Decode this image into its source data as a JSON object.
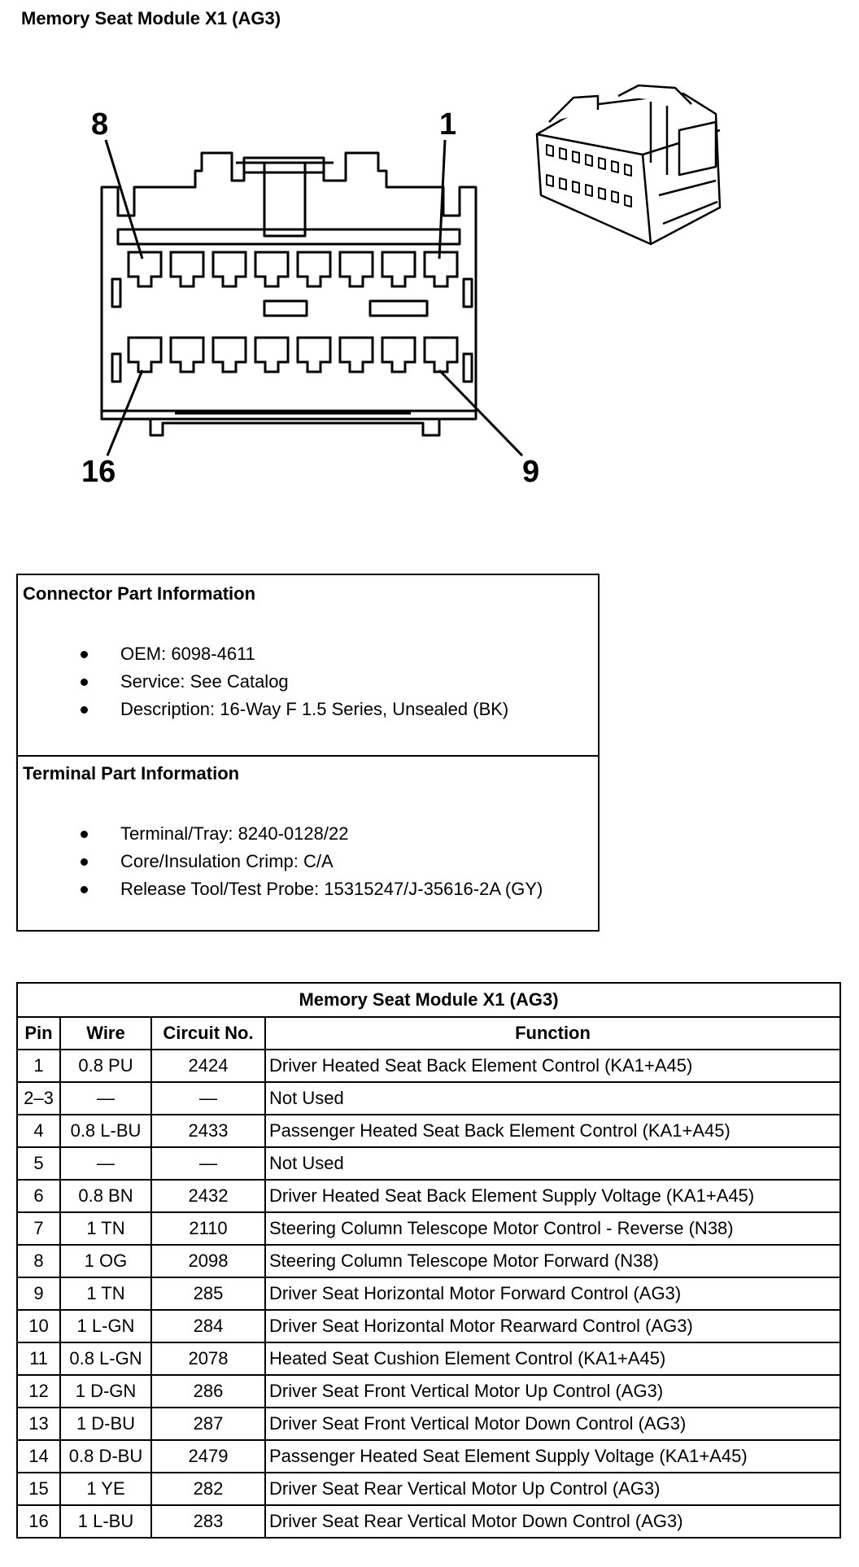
{
  "title": "Memory Seat Module X1 (AG3)",
  "diagram": {
    "pin_labels": {
      "top_left": "8",
      "top_right": "1",
      "bottom_left": "16",
      "bottom_right": "9"
    }
  },
  "connector_info": {
    "heading": "Connector Part Information",
    "items": [
      "OEM: 6098-4611",
      "Service: See Catalog",
      "Description: 16-Way F 1.5 Series, Unsealed (BK)"
    ]
  },
  "terminal_info": {
    "heading": "Terminal Part Information",
    "items": [
      "Terminal/Tray: 8240-0128/22",
      "Core/Insulation Crimp: C/A",
      "Release Tool/Test Probe: 15315247/J-35616-2A (GY)"
    ]
  },
  "table": {
    "title": "Memory Seat Module X1 (AG3)",
    "headers": {
      "pin": "Pin",
      "wire": "Wire",
      "circuit": "Circuit No.",
      "function": "Function"
    },
    "rows": [
      {
        "pin": "1",
        "wire": "0.8 PU",
        "circuit": "2424",
        "function": "Driver Heated Seat Back Element Control (KA1+A45)"
      },
      {
        "pin": "2–3",
        "wire": "—",
        "circuit": "—",
        "function": "Not Used"
      },
      {
        "pin": "4",
        "wire": "0.8 L-BU",
        "circuit": "2433",
        "function": "Passenger Heated Seat Back Element Control (KA1+A45)"
      },
      {
        "pin": "5",
        "wire": "—",
        "circuit": "—",
        "function": "Not Used"
      },
      {
        "pin": "6",
        "wire": "0.8 BN",
        "circuit": "2432",
        "function": "Driver Heated Seat Back Element Supply Voltage (KA1+A45)"
      },
      {
        "pin": "7",
        "wire": "1 TN",
        "circuit": "2110",
        "function": "Steering Column Telescope Motor Control - Reverse (N38)"
      },
      {
        "pin": "8",
        "wire": "1 OG",
        "circuit": "2098",
        "function": "Steering Column Telescope Motor Forward (N38)"
      },
      {
        "pin": "9",
        "wire": "1 TN",
        "circuit": "285",
        "function": "Driver Seat Horizontal Motor Forward Control (AG3)"
      },
      {
        "pin": "10",
        "wire": "1 L-GN",
        "circuit": "284",
        "function": "Driver Seat Horizontal Motor Rearward Control (AG3)"
      },
      {
        "pin": "11",
        "wire": "0.8 L-GN",
        "circuit": "2078",
        "function": "Heated Seat Cushion Element Control (KA1+A45)"
      },
      {
        "pin": "12",
        "wire": "1 D-GN",
        "circuit": "286",
        "function": "Driver Seat Front Vertical Motor Up Control (AG3)"
      },
      {
        "pin": "13",
        "wire": "1 D-BU",
        "circuit": "287",
        "function": "Driver Seat Front Vertical Motor Down Control (AG3)"
      },
      {
        "pin": "14",
        "wire": "0.8 D-BU",
        "circuit": "2479",
        "function": "Passenger Heated Seat Element Supply Voltage (KA1+A45)"
      },
      {
        "pin": "15",
        "wire": "1 YE",
        "circuit": "282",
        "function": "Driver Seat Rear Vertical Motor Up Control (AG3)"
      },
      {
        "pin": "16",
        "wire": "1 L-BU",
        "circuit": "283",
        "function": "Driver Seat Rear Vertical Motor Down Control (AG3)"
      }
    ]
  }
}
